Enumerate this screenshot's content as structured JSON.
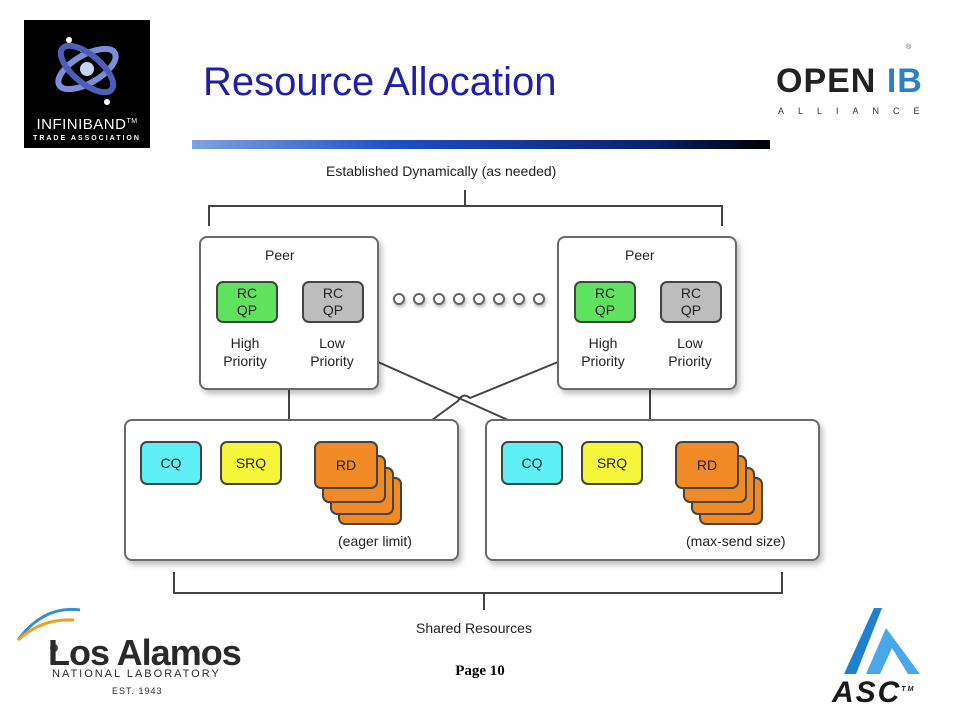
{
  "header": {
    "title": "Resource Allocation",
    "left_logo": {
      "name": "INFINIBAND",
      "tm": "TM",
      "sub": "TRADE ASSOCIATION"
    },
    "right_logo": {
      "main_a": "OPEN",
      "main_b": "IB",
      "sub": "ALLIANCE"
    }
  },
  "diagram": {
    "top_label": "Established Dynamically (as needed)",
    "bottom_label": "Shared Resources",
    "peers": [
      {
        "title": "Peer",
        "qp_high": "RC\nQP",
        "qp_low": "RC\nQP",
        "high_label": "High\nPriority",
        "low_label": "Low\nPriority"
      },
      {
        "title": "Peer",
        "qp_high": "RC\nQP",
        "qp_low": "RC\nQP",
        "high_label": "High\nPriority",
        "low_label": "Low\nPriority"
      }
    ],
    "resources": [
      {
        "cq": "CQ",
        "srq": "SRQ",
        "rd": "RD",
        "note": "(eager limit)"
      },
      {
        "cq": "CQ",
        "srq": "SRQ",
        "rd": "RD",
        "note": "(max-send size)"
      }
    ]
  },
  "footer": {
    "page": "Page 10",
    "left_logo": {
      "name": "Los Alamos",
      "sub": "NATIONAL LABORATORY",
      "est": "EST. 1943"
    },
    "right_logo": {
      "name": "ASC",
      "tm": "TM"
    }
  },
  "colors": {
    "title": "#1f1fa8",
    "high_qp": "#5fe35f",
    "low_qp": "#bdbdbd",
    "cq": "#5ff0f5",
    "srq": "#f5f53a",
    "rd": "#f08a24"
  }
}
